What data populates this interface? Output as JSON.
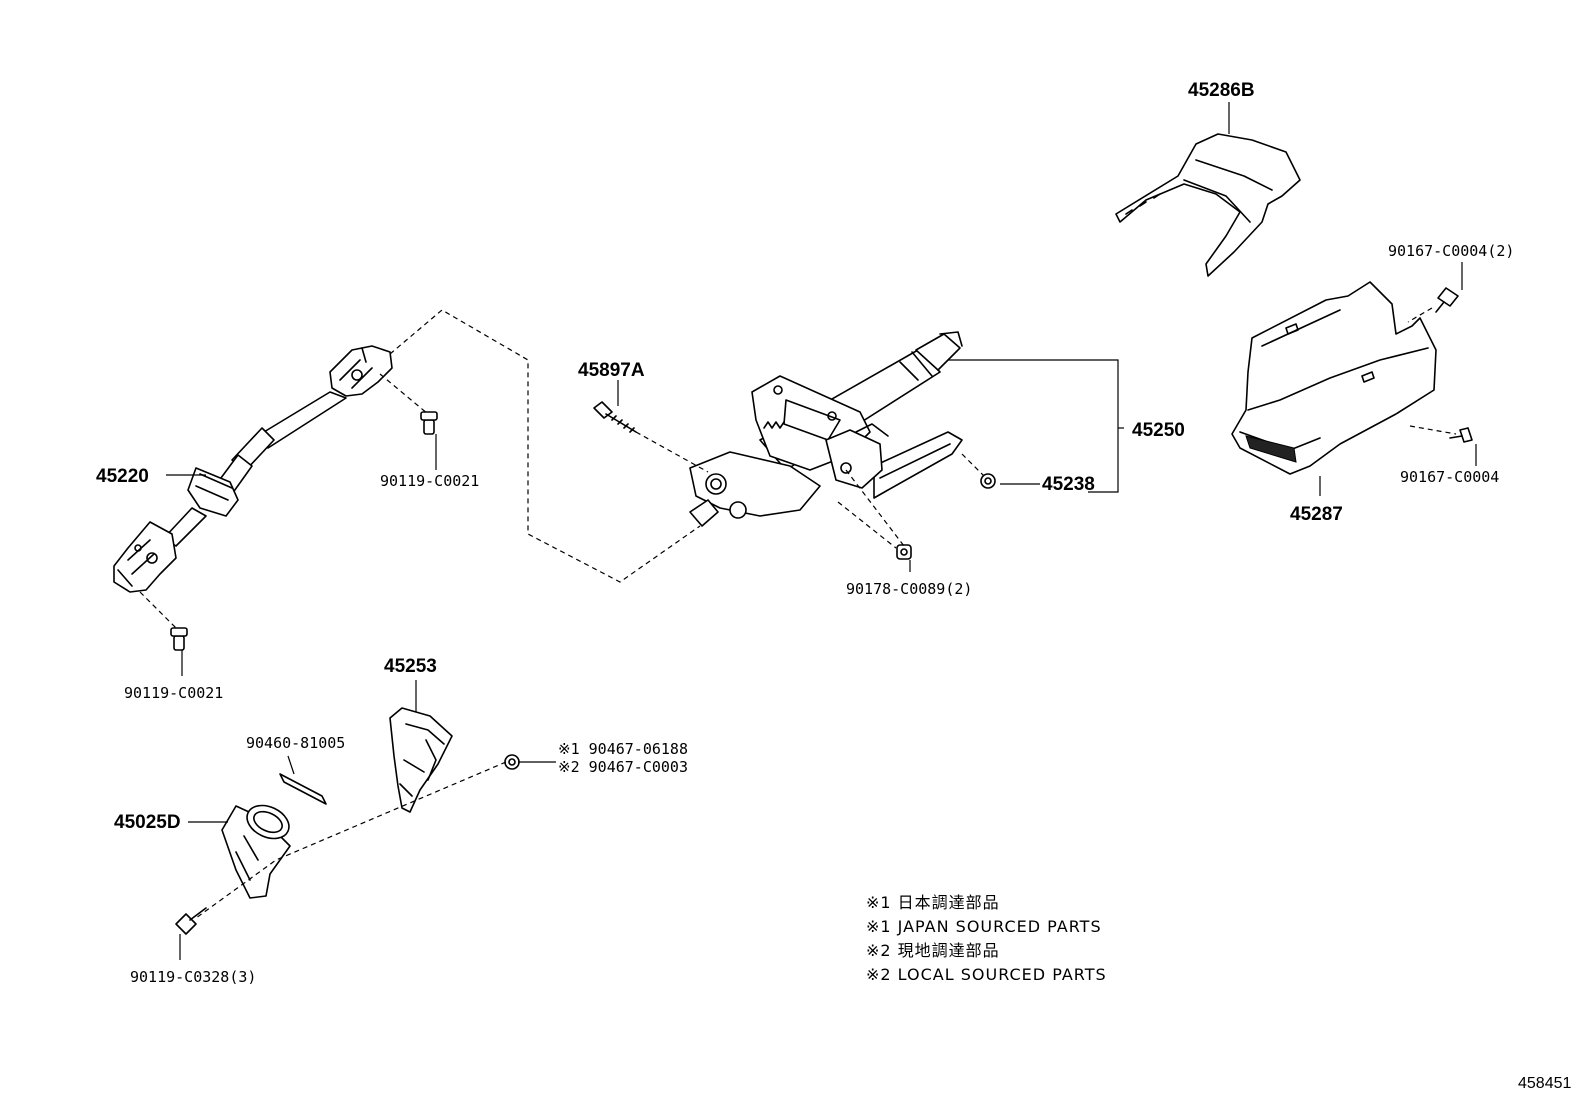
{
  "parts": {
    "p45286B": "45286B",
    "p90167_c0004_2": "90167-C0004(2)",
    "p45897A": "45897A",
    "p45250": "45250",
    "p45220": "45220",
    "p90119_c0021_top": "90119-C0021",
    "p45238": "45238",
    "p90167_c0004": "90167-C0004",
    "p45287": "45287",
    "p90178_c0089_2": "90178-C0089(2)",
    "p90119_c0021_bottom": "90119-C0021",
    "p45253": "45253",
    "p90460_81005": "90460-81005",
    "p90467_06188": "※1 90467-06188",
    "p90467_c0003": "※2 90467-C0003",
    "p45025D": "45025D",
    "p90119_c0328_3": "90119-C0328(3)"
  },
  "notes": [
    "※1 日本調達部品",
    "※1 JAPAN SOURCED PARTS",
    "※2 現地調達部品",
    "※2 LOCAL SOURCED PARTS"
  ],
  "illustration_number": "458451"
}
